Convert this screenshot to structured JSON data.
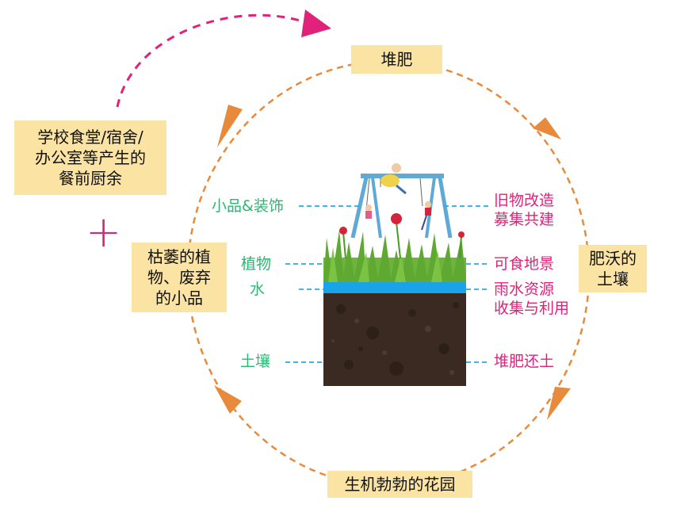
{
  "top_box": "堆肥",
  "right_box": [
    "肥沃的",
    "土壤"
  ],
  "bottom_box": "生机勃勃的花园",
  "left_box": [
    "枯萎的植",
    "物、废弃",
    "的小品"
  ],
  "input_box": [
    "学校食堂/宿舍/",
    "办公室等产生的",
    "餐前厨余"
  ],
  "plus_sign": "+",
  "layers_left": {
    "decor": "小品&装饰",
    "plants": "植物",
    "water": "水",
    "soil": "土壤"
  },
  "layers_right": {
    "decor": [
      "旧物改造",
      "募集共建"
    ],
    "plants": "可食地景",
    "water": [
      "雨水资源",
      "收集与利用"
    ],
    "soil": "堆肥还土"
  },
  "colors": {
    "cycle_arrow": "#e88a3c",
    "input_arrow": "#e0227a",
    "box_fill": "#fbe3a4",
    "left_labels": "#2bb673",
    "right_labels": "#e0227a",
    "connector": "#2aa9e0",
    "water_layer": "#1aa3e8",
    "soil_layer": "#3a2a22",
    "grass": "#5fa832"
  },
  "icons": [
    "swing-set-icon",
    "flower-icon"
  ]
}
